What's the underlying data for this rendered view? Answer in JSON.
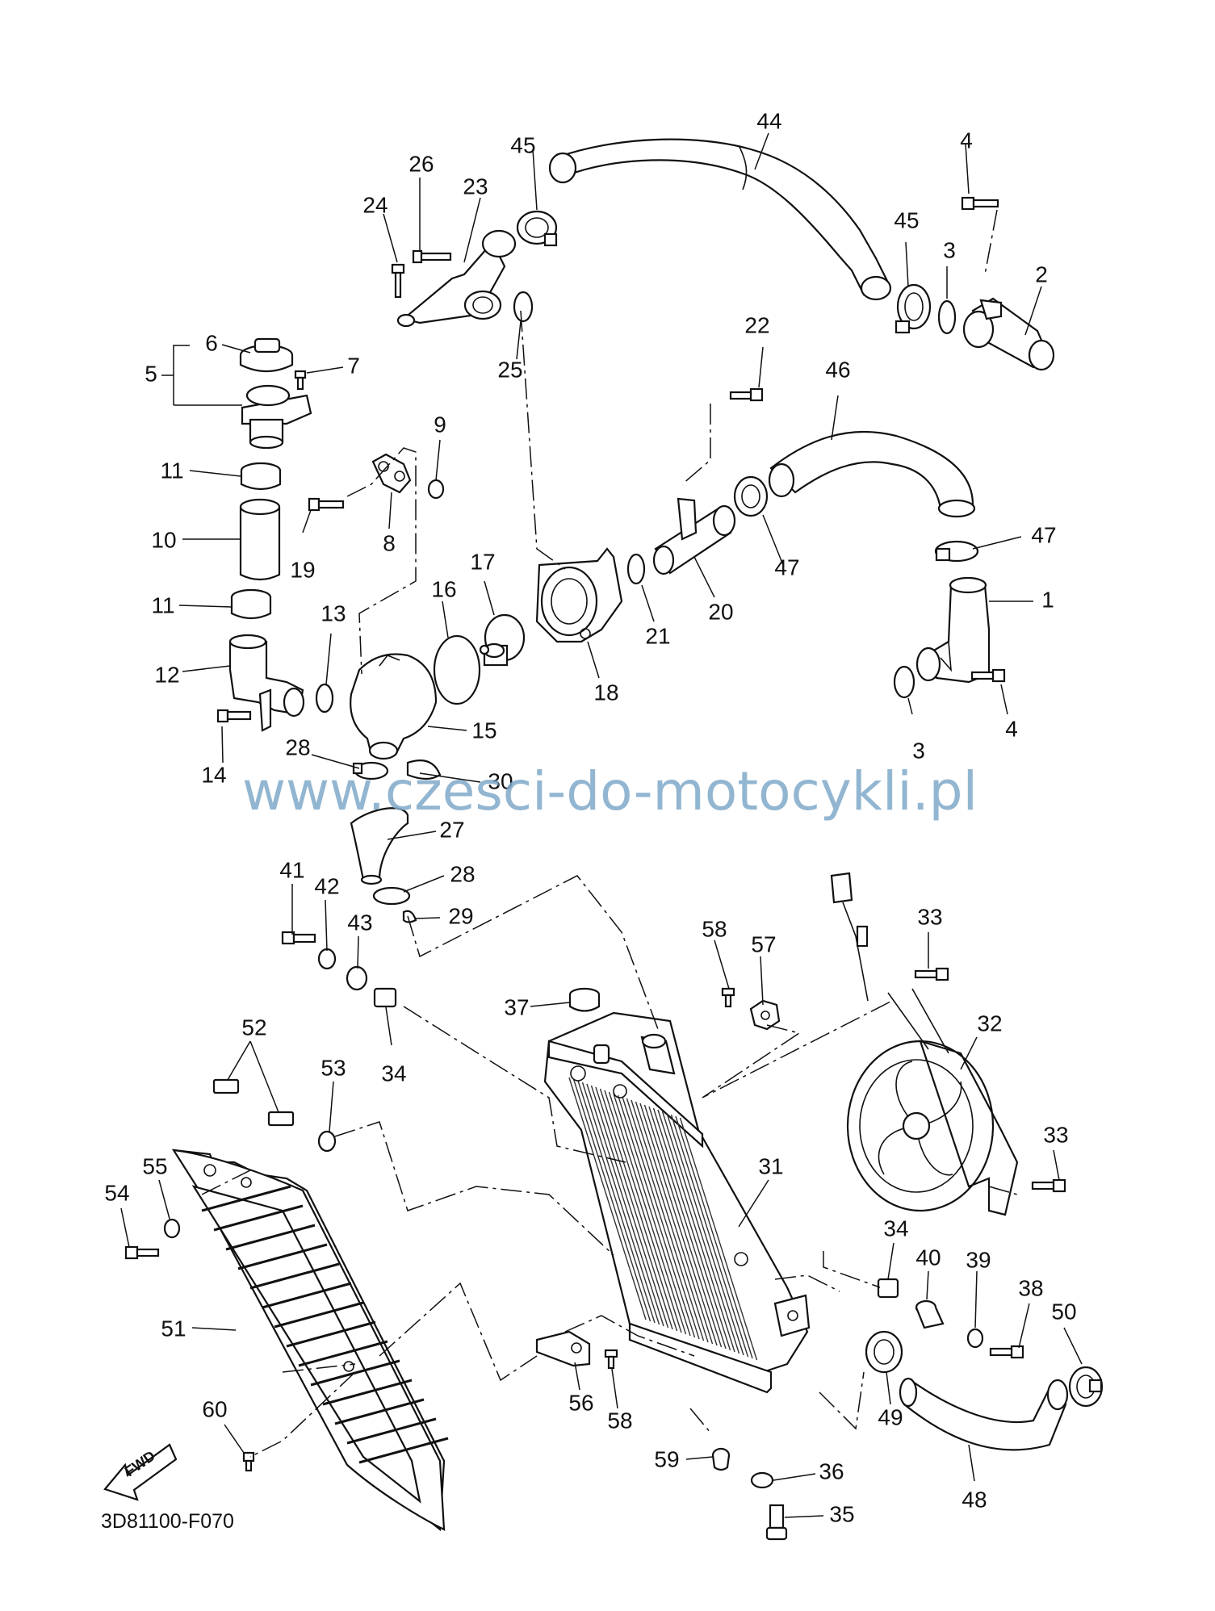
{
  "diagram": {
    "watermark": "www.czesci-do-motocykli.pl",
    "part_code": "3D81100-F070",
    "fwd_label": "FWD",
    "callouts": [
      {
        "id": "c44",
        "text": "44"
      },
      {
        "id": "c45a",
        "text": "45"
      },
      {
        "id": "c4a",
        "text": "4"
      },
      {
        "id": "c26",
        "text": "26"
      },
      {
        "id": "c23",
        "text": "23"
      },
      {
        "id": "c24",
        "text": "24"
      },
      {
        "id": "c45b",
        "text": "45"
      },
      {
        "id": "c3a",
        "text": "3"
      },
      {
        "id": "c2",
        "text": "2"
      },
      {
        "id": "c6",
        "text": "6"
      },
      {
        "id": "c5",
        "text": "5"
      },
      {
        "id": "c7",
        "text": "7"
      },
      {
        "id": "c25",
        "text": "25"
      },
      {
        "id": "c22",
        "text": "22"
      },
      {
        "id": "c46",
        "text": "46"
      },
      {
        "id": "c9",
        "text": "9"
      },
      {
        "id": "c11a",
        "text": "11"
      },
      {
        "id": "c10",
        "text": "10"
      },
      {
        "id": "c19",
        "text": "19"
      },
      {
        "id": "c8",
        "text": "8"
      },
      {
        "id": "c47a",
        "text": "47"
      },
      {
        "id": "c47b",
        "text": "47"
      },
      {
        "id": "c17",
        "text": "17"
      },
      {
        "id": "c11b",
        "text": "11"
      },
      {
        "id": "c16",
        "text": "16"
      },
      {
        "id": "c13",
        "text": "13"
      },
      {
        "id": "c21",
        "text": "21"
      },
      {
        "id": "c20",
        "text": "20"
      },
      {
        "id": "c1",
        "text": "1"
      },
      {
        "id": "c12",
        "text": "12"
      },
      {
        "id": "c18",
        "text": "18"
      },
      {
        "id": "c15",
        "text": "15"
      },
      {
        "id": "c14",
        "text": "14"
      },
      {
        "id": "c28a",
        "text": "28"
      },
      {
        "id": "c30",
        "text": "30"
      },
      {
        "id": "c3b",
        "text": "3"
      },
      {
        "id": "c4b",
        "text": "4"
      },
      {
        "id": "c27",
        "text": "27"
      },
      {
        "id": "c41",
        "text": "41"
      },
      {
        "id": "c42",
        "text": "42"
      },
      {
        "id": "c28b",
        "text": "28"
      },
      {
        "id": "c29",
        "text": "29"
      },
      {
        "id": "c43",
        "text": "43"
      },
      {
        "id": "c58a",
        "text": "58"
      },
      {
        "id": "c57",
        "text": "57"
      },
      {
        "id": "c33a",
        "text": "33"
      },
      {
        "id": "c37",
        "text": "37"
      },
      {
        "id": "c34a",
        "text": "34"
      },
      {
        "id": "c32",
        "text": "32"
      },
      {
        "id": "c52",
        "text": "52"
      },
      {
        "id": "c53",
        "text": "53"
      },
      {
        "id": "c33b",
        "text": "33"
      },
      {
        "id": "c31",
        "text": "31"
      },
      {
        "id": "c55",
        "text": "55"
      },
      {
        "id": "c54",
        "text": "54"
      },
      {
        "id": "c34b",
        "text": "34"
      },
      {
        "id": "c40",
        "text": "40"
      },
      {
        "id": "c39",
        "text": "39"
      },
      {
        "id": "c38",
        "text": "38"
      },
      {
        "id": "c50",
        "text": "50"
      },
      {
        "id": "c51",
        "text": "51"
      },
      {
        "id": "c56",
        "text": "56"
      },
      {
        "id": "c58b",
        "text": "58"
      },
      {
        "id": "c49",
        "text": "49"
      },
      {
        "id": "c60",
        "text": "60"
      },
      {
        "id": "c59",
        "text": "59"
      },
      {
        "id": "c36",
        "text": "36"
      },
      {
        "id": "c35",
        "text": "35"
      },
      {
        "id": "c48",
        "text": "48"
      }
    ]
  }
}
